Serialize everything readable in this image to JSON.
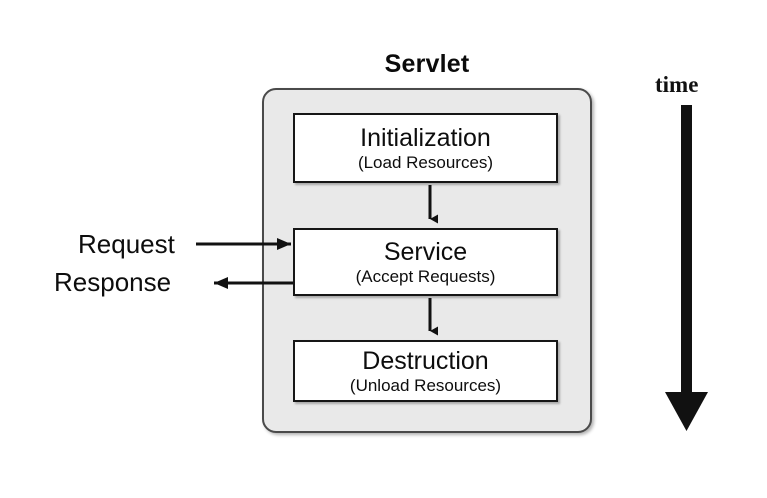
{
  "diagram": {
    "title": "Servlet",
    "background_color": "#ffffff",
    "container_fill": "#e9e9e9",
    "container_stroke": "#4a4a4a",
    "box_fill": "#ffffff",
    "box_stroke": "#161616",
    "arrow_color": "#111111",
    "stages": [
      {
        "id": "initialization",
        "title": "Initialization",
        "subtitle": "(Load Resources)"
      },
      {
        "id": "service",
        "title": "Service",
        "subtitle": "(Accept Requests)"
      },
      {
        "id": "destruction",
        "title": "Destruction",
        "subtitle": "(Unload Resources)"
      }
    ],
    "flow_arrows": [
      {
        "id": "init-to-service",
        "from": "initialization",
        "to": "service",
        "direction": "down"
      },
      {
        "id": "service-to-destruction",
        "from": "service",
        "to": "destruction",
        "direction": "down"
      }
    ],
    "io_labels": [
      {
        "id": "request",
        "text": "Request",
        "direction": "right",
        "target": "service"
      },
      {
        "id": "response",
        "text": "Response",
        "direction": "left",
        "source": "service"
      }
    ],
    "time_axis": {
      "label": "time",
      "direction": "down"
    }
  }
}
